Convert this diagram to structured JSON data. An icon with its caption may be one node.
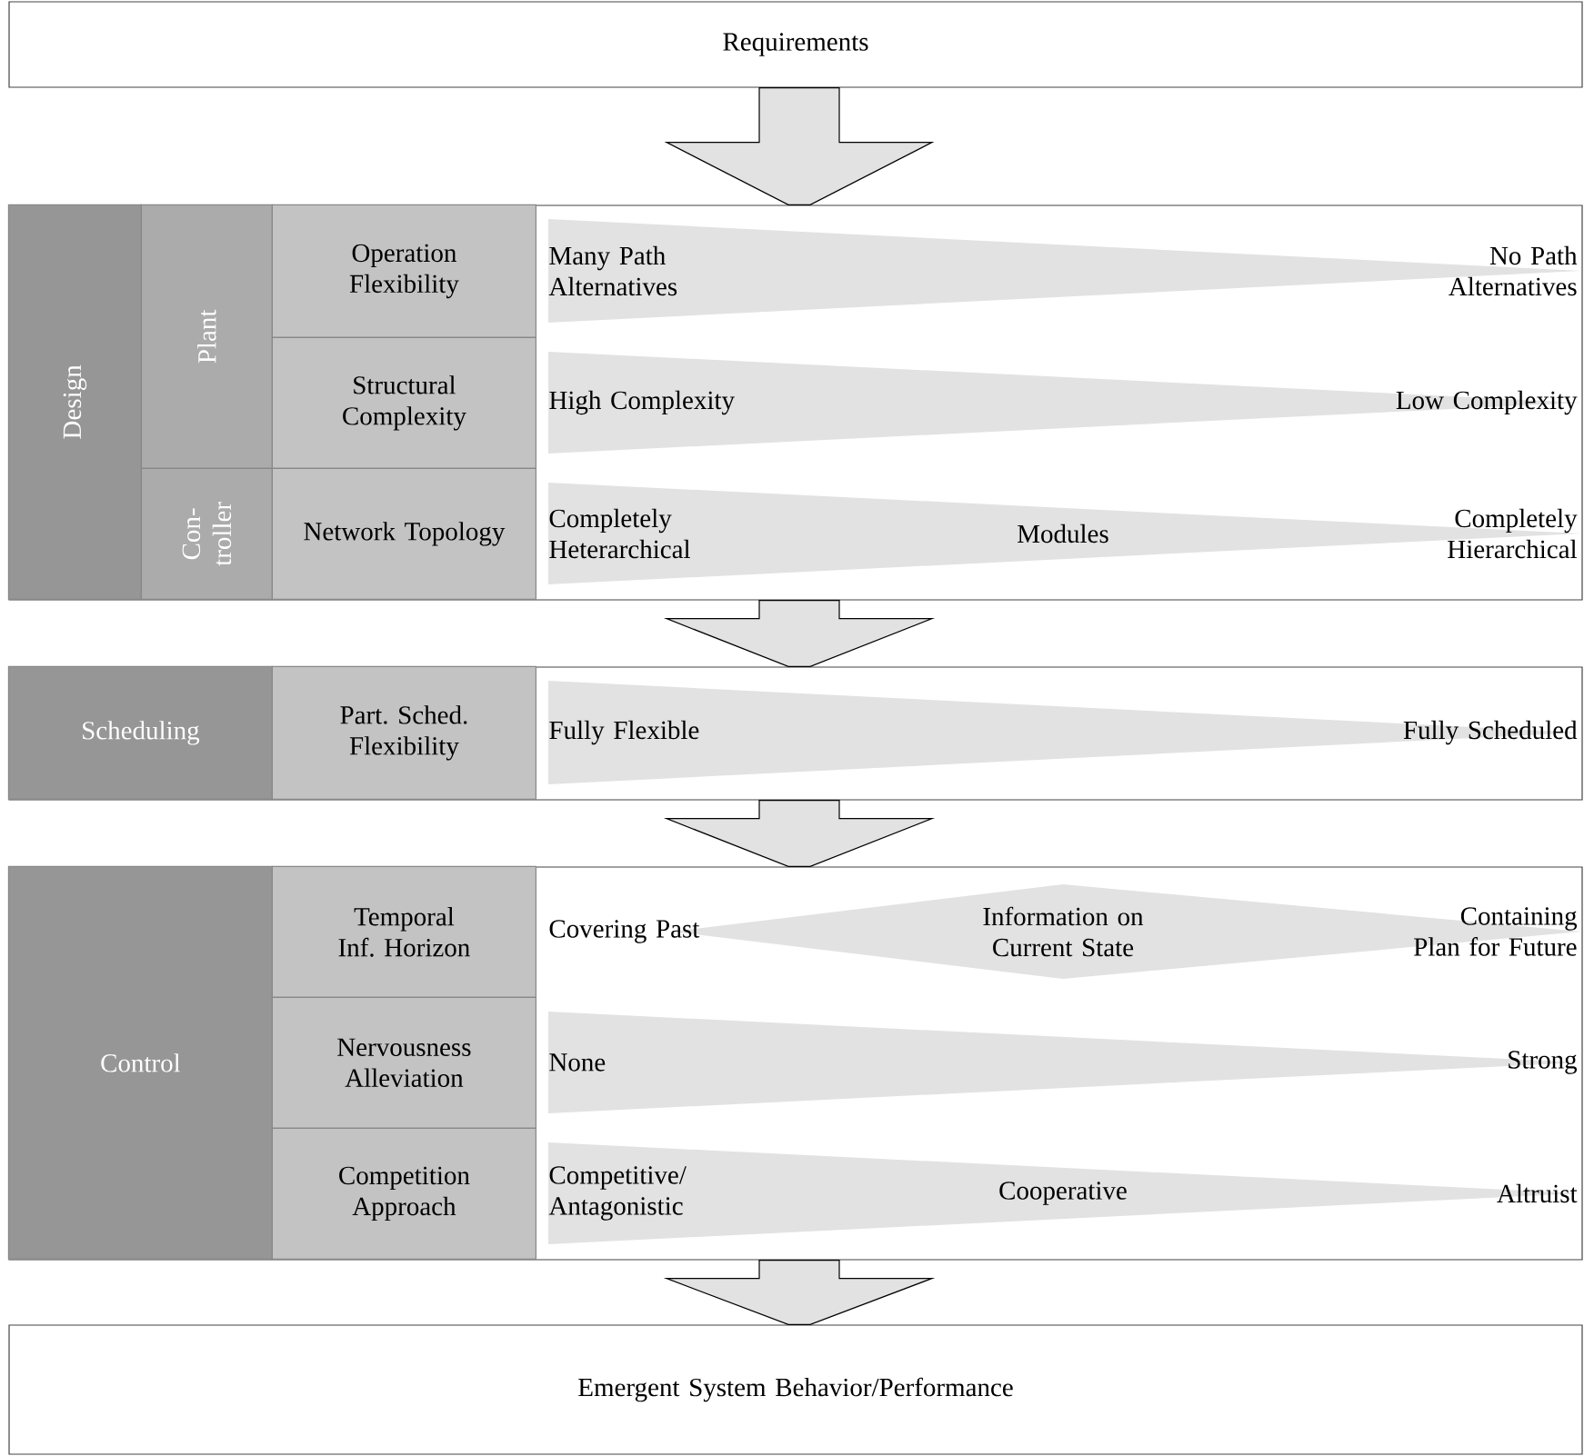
{
  "diagram": {
    "nodes": [
      {
        "text": [
          "Requirements"
        ]
      },
      {
        "text": [],
        "shape": "box"
      },
      {
        "text": [
          "Design"
        ],
        "in": 1
      },
      {
        "text": [
          "Plant"
        ],
        "in": 1
      },
      {
        "text": [
          "Con- troller"
        ],
        "in": 1
      },
      {
        "text": [
          "Operation Flexibility"
        ],
        "in": 1
      },
      {
        "text": [
          "Structural Complexity"
        ],
        "in": 1
      },
      {
        "text": [
          "Network Topology"
        ],
        "in": 1
      },
      {
        "text": [
          "Many Path Alternatives",
          "No Path Alternatives"
        ],
        "in": 1
      },
      {
        "text": [
          "High Complexity",
          "Low Complexity"
        ],
        "in": 1
      },
      {
        "text": [
          "Completely Heterarchical",
          "Modules",
          "Completely Hierarchical"
        ],
        "in": 1
      },
      {
        "text": [],
        "shape": "box"
      },
      {
        "text": [
          "Scheduling"
        ],
        "in": 11
      },
      {
        "text": [
          "Part. Sched. Flexibility"
        ],
        "in": 11
      },
      {
        "text": [
          "Fully Flexible",
          "Fully Scheduled"
        ],
        "in": 11
      },
      {
        "text": [],
        "shape": "box"
      },
      {
        "text": [
          "Control"
        ],
        "in": 15
      },
      {
        "text": [
          "Temporal Inf. Horizon"
        ],
        "in": 15
      },
      {
        "text": [
          "Nervousness Alleviation"
        ],
        "in": 15
      },
      {
        "text": [
          "Competition Approach"
        ],
        "in": 15
      },
      {
        "text": [
          "Covering Past",
          "Information on Current State",
          "Containing Plan for Future"
        ],
        "in": 15
      },
      {
        "text": [
          "None",
          "Strong"
        ],
        "in": 15
      },
      {
        "text": [
          "Competitive/ Antagonistic",
          "Cooperative",
          "Altruist"
        ],
        "in": 15
      },
      {
        "text": [
          "Emergent System Behavior/Performance"
        ]
      }
    ],
    "edges": [
      {
        "from": 0,
        "to": 1,
        "arrow": "to"
      },
      {
        "from": 1,
        "to": 11,
        "arrow": "to"
      },
      {
        "from": 11,
        "to": 15,
        "arrow": "to"
      },
      {
        "from": 15,
        "to": 23,
        "arrow": "to"
      }
    ]
  }
}
